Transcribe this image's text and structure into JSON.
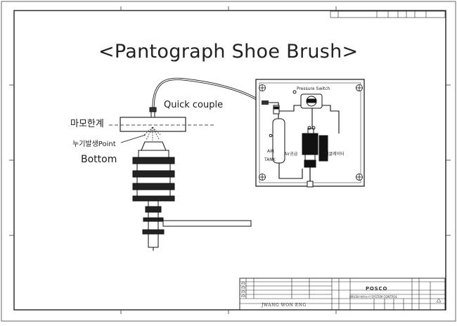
{
  "title": "<Pantograph Shoe Brush>",
  "labels": {
    "quick_couple": "Quick couple",
    "wear_limit": "마모한계",
    "leak_point": "누기발생Point",
    "bottom": "Bottom"
  },
  "panel": {
    "pressure_switch": "Pressure Switch",
    "air": "AIR",
    "tank": "TANK",
    "air_supply": "Air공급",
    "regulator": "레귤레이터"
  },
  "title_block": {
    "company": "JWANG WON ENG",
    "customer": "POSCO",
    "drawing_title": "BRUSH 에어누기 SYSTEM CONTROL"
  }
}
